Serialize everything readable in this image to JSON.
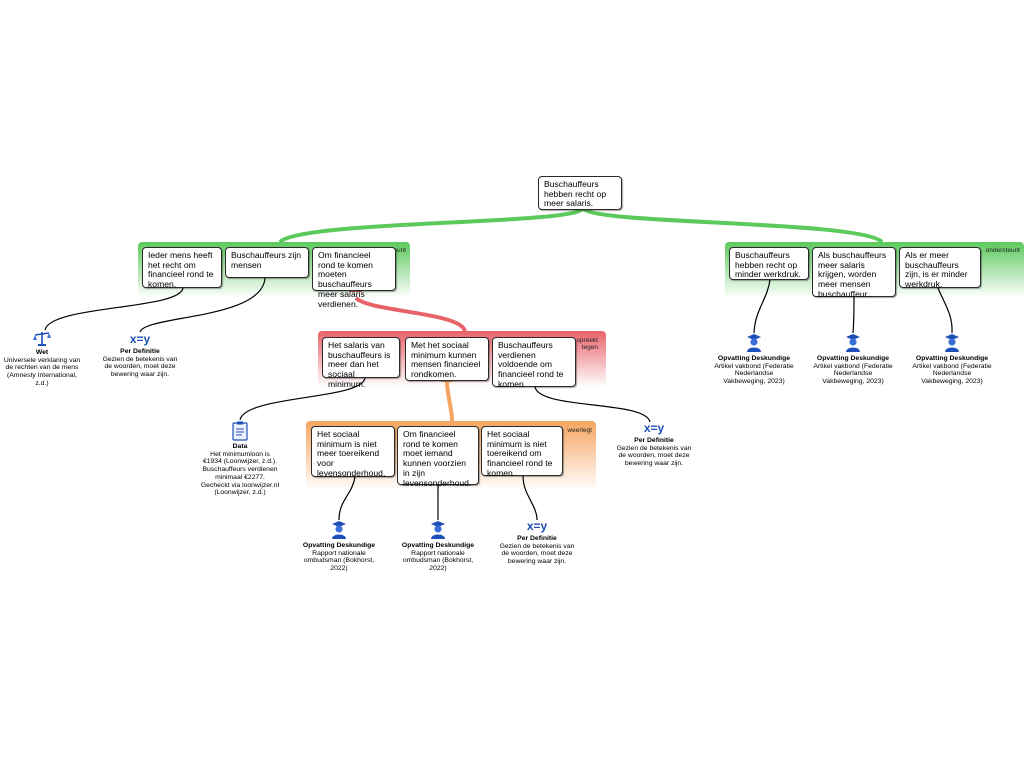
{
  "main_claim": "Buschauffeurs hebben recht op meer salaris.",
  "groups": {
    "support_left": {
      "label": "ondersteunt",
      "color": "#5cc95c",
      "claims": [
        "Ieder mens heeft het recht om financieel rond te komen.",
        "Buschauffeurs zijn mensen",
        "Om financieel rond te komen moeten buschauffeurs meer salaris verdienen."
      ],
      "sources": [
        {
          "icon": "scales-icon",
          "title": "Wet",
          "detail": "Universele verklaring van de rechten van de mens (Amnesty International, z.d.)"
        },
        {
          "icon": "definition-icon",
          "icon_text": "x=y",
          "title": "Per Definitie",
          "detail": "Gezien de betekenis van de woorden, moet deze bewering waar zijn."
        }
      ]
    },
    "objection": {
      "label": "spreekt tegen",
      "color": "#e8626a",
      "claims": [
        "Het salaris van buschauffeurs is meer dan het sociaal minimum.",
        "Met het sociaal minimum kunnen mensen financieel rondkomen.",
        "Buschauffeurs verdienen voldoende om financieel rond te komen"
      ],
      "sources": [
        {
          "icon": "data-icon",
          "title": "Data",
          "detail": "Het minimumloon is €1934 (Loonwijzer, z.d.). Buschauffeurs verdienen minimaal €2277. Gecheckt via loonwijzer.nl (Loonwijzer, z.d.)"
        },
        {
          "icon": "definition-icon",
          "icon_text": "x=y",
          "title": "Per Definitie",
          "detail": "Gezien de betekenis van de woorden, moet deze bewering waar zijn."
        }
      ]
    },
    "rebuttal": {
      "label": "weerlegt",
      "color": "#f5a560",
      "claims": [
        "Het sociaal minimum is niet meer toereikend voor levensonderhoud.",
        "Om financieel rond te komen moet iemand kunnen voorzien in zijn levensonderhoud.",
        "Het sociaal minimum is niet toereikend om financieel rond te komen."
      ],
      "sources": [
        {
          "icon": "expert-icon",
          "title": "Opvatting Deskundige",
          "detail": "Rapport nationale ombudsman (Bokhorst, 2022)"
        },
        {
          "icon": "expert-icon",
          "title": "Opvatting Deskundige",
          "detail": "Rapport nationale ombudsman (Bokhorst, 2022)"
        },
        {
          "icon": "definition-icon",
          "icon_text": "x=y",
          "title": "Per Definitie",
          "detail": "Gezien de betekenis van de woorden, moet deze bewering waar zijn."
        }
      ]
    },
    "support_right": {
      "label": "ondersteunt",
      "color": "#5cc95c",
      "claims": [
        "Buschauffeurs hebben recht op minder werkdruk.",
        "Als buschauffeurs meer salaris krijgen, worden meer mensen buschauffeur.",
        "Als er meer buschauffeurs zijn, is er minder werkdruk."
      ],
      "sources": [
        {
          "icon": "expert-icon",
          "title": "Opvatting Deskundige",
          "detail": "Artikel vakbond (Federatie Nederlandse Vakbeweging, 2023)"
        },
        {
          "icon": "expert-icon",
          "title": "Opvatting Deskundige",
          "detail": "Artikel vakbond (Federatie Nederlandse Vakbeweging, 2023)"
        },
        {
          "icon": "expert-icon",
          "title": "Opvatting Deskundige",
          "detail": "Artikel vakbond (Federatie Nederlandse Vakbeweging, 2023)"
        }
      ]
    }
  }
}
